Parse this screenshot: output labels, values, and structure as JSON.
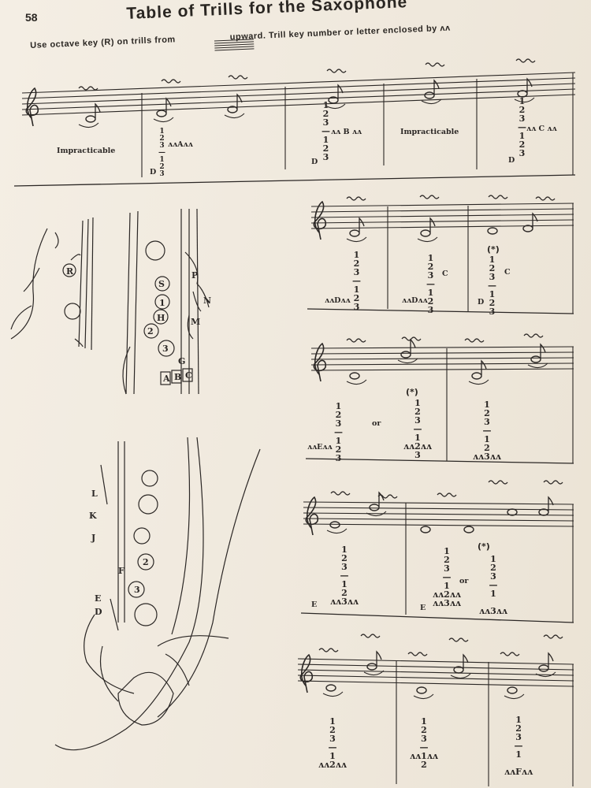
{
  "page": {
    "number": "58",
    "title": "Table of Trills for the Saxophone",
    "subtitle_a": "Use octave key (R) on trills from",
    "subtitle_b": "upward.  Trill key number or letter enclosed by",
    "wave": "ʌʌ"
  },
  "diagram_labels": [
    "R",
    "P",
    "S",
    "N",
    "1",
    "H",
    "M",
    "2",
    "3",
    "A",
    "B",
    "C",
    "G",
    "L",
    "K",
    "J",
    "F",
    "2",
    "E",
    "D",
    "3"
  ],
  "rows": [
    {
      "cells": [
        {
          "fingering": "",
          "note": "Impracticable",
          "key": ""
        },
        {
          "fingering": "1\n2\n3\n—\n1\n2\n3",
          "note": "ʌʌAʌʌ",
          "key": "D"
        },
        {
          "fingering": "1\n2\n3\n—\n1\n2\n3",
          "note": "ʌʌ B ʌʌ",
          "key": "D"
        },
        {
          "fingering": "",
          "note": "Impracticable",
          "key": ""
        },
        {
          "fingering": "1\n2\n3\n—\n1\n2\n3",
          "note": "ʌʌ C ʌʌ",
          "key": "D"
        }
      ]
    },
    {
      "cells": [
        {
          "fingering": "1\n2\n3\n—\n1\n2\n3",
          "key": "ʌʌDʌʌ"
        },
        {
          "fingering": "1\n2\n3\n—\n1\n2\n3",
          "note": "C",
          "key": "ʌʌDʌʌ"
        },
        {
          "fingering": "1\n2\n3\n—\n1\n2\n3",
          "note": "C",
          "star": "(*)",
          "key": "D"
        }
      ]
    },
    {
      "cells": [
        {
          "fingering": "1\n2\n3\n—\n1\n2\n3",
          "key": "ʌʌEʌʌ",
          "or": "or",
          "alt": "1\n2\n3\n—\n1\nʌʌ2ʌʌ\n3",
          "star": "(*)"
        },
        {
          "fingering": "1\n2\n3\n—\n1\n2\nʌʌ3ʌʌ"
        }
      ]
    },
    {
      "cells": [
        {
          "fingering": "1\n2\n3\n—\n1\n2\nʌʌ3ʌʌ",
          "key": "E"
        },
        {
          "fingering": "1\n2\n3\n—\n1\nʌʌ2ʌʌ\nʌʌ3ʌʌ",
          "or": "or",
          "alt": "1\n2\n3\n—\n1\n\nʌʌ3ʌʌ",
          "star": "(*)",
          "key": "E"
        }
      ]
    },
    {
      "cells": [
        {
          "fingering": "1\n2\n3\n—\n1\nʌʌ2ʌʌ"
        },
        {
          "fingering": "1\n2\n3\n—\nʌʌ1ʌʌ\n2"
        },
        {
          "fingering": "1\n2\n3\n—\n1\n\nʌʌFʌʌ"
        }
      ]
    }
  ]
}
